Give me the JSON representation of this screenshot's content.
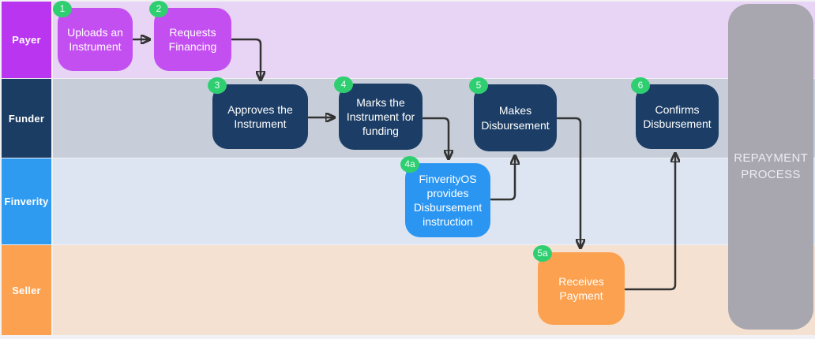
{
  "lanes": [
    {
      "label": "Payer",
      "label_color": "#b935f0",
      "band_color": "#e8d4f4"
    },
    {
      "label": "Funder",
      "label_color": "#1b3c63",
      "band_color": "#c7cdd9"
    },
    {
      "label": "Finverity",
      "label_color": "#2f9bf0",
      "band_color": "#dde5f2"
    },
    {
      "label": "Seller",
      "label_color": "#fca14f",
      "band_color": "#f4e1d1"
    }
  ],
  "steps": [
    {
      "number": "1",
      "label": "Uploads an Instrument",
      "lane": "Payer",
      "color": "#c44ff1"
    },
    {
      "number": "2",
      "label": "Requests Financing",
      "lane": "Payer",
      "color": "#c44ff1"
    },
    {
      "number": "3",
      "label": "Approves the Instrument",
      "lane": "Funder",
      "color": "#1c3e66"
    },
    {
      "number": "4",
      "label": "Marks the Instrument for funding",
      "lane": "Funder",
      "color": "#1c3e66"
    },
    {
      "number": "4a",
      "label": "FinverityOS provides Disbursement instruction",
      "lane": "Finverity",
      "color": "#2b96f2"
    },
    {
      "number": "5",
      "label": "Makes Disbursement",
      "lane": "Funder",
      "color": "#1c3e66"
    },
    {
      "number": "5a",
      "label": "Receives Payment",
      "lane": "Seller",
      "color": "#fca14f"
    },
    {
      "number": "6",
      "label": "Confirms Disbursement",
      "lane": "Funder",
      "color": "#1c3e66"
    }
  ],
  "flow": [
    "1->2",
    "2->3",
    "3->4",
    "4->4a",
    "4a->5",
    "5->5a",
    "5a->6"
  ],
  "end_node": {
    "label": "REPAYMENT PROCESS",
    "color": "#a8a6af"
  },
  "badge_color": "#2fcf71",
  "arrow_color": "#333333"
}
